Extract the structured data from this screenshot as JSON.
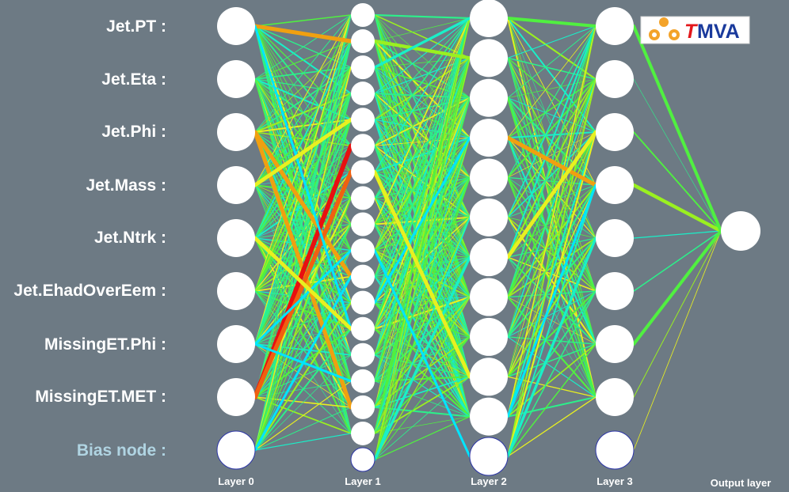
{
  "logo": {
    "text_prefix": "T",
    "text_rest": "MVA",
    "accent_color": "#f3a32a",
    "prefix_color": "#e3171b",
    "text_color": "#1a3a9c"
  },
  "variables": [
    "Jet.PT :",
    "Jet.Eta :",
    "Jet.Phi :",
    "Jet.Mass :",
    "Jet.Ntrk :",
    "Jet.EhadOverEem :",
    "MissingET.Phi :",
    "MissingET.MET :"
  ],
  "bias_label": "Bias node :",
  "layers": [
    {
      "label": "Layer 0",
      "nodes": 9
    },
    {
      "label": "Layer 1",
      "nodes": 18
    },
    {
      "label": "Layer 2",
      "nodes": 12
    },
    {
      "label": "Layer 3",
      "nodes": 9
    },
    {
      "label": "Output layer",
      "nodes": 1
    }
  ],
  "colors": {
    "background": "#6d7a84",
    "node": "#ffffff",
    "weight_scale": [
      "#00e5ff",
      "#19f0c8",
      "#2cf08a",
      "#50f040",
      "#9af020",
      "#e8f020",
      "#f0a010",
      "#f06010",
      "#e81010"
    ]
  },
  "highlighted_weights": [
    {
      "from": [
        0,
        0
      ],
      "to": [
        1,
        1
      ],
      "level": 6
    },
    {
      "from": [
        0,
        2
      ],
      "to": [
        1,
        10
      ],
      "level": 6
    },
    {
      "from": [
        0,
        2
      ],
      "to": [
        1,
        15
      ],
      "level": 6
    },
    {
      "from": [
        0,
        7
      ],
      "to": [
        1,
        5
      ],
      "level": 8
    },
    {
      "from": [
        0,
        7
      ],
      "to": [
        1,
        6
      ],
      "level": 7
    },
    {
      "from": [
        0,
        6
      ],
      "to": [
        1,
        9
      ],
      "level": 0
    },
    {
      "from": [
        0,
        6
      ],
      "to": [
        1,
        14
      ],
      "level": 0
    },
    {
      "from": [
        0,
        0
      ],
      "to": [
        1,
        12
      ],
      "level": 0
    },
    {
      "from": [
        0,
        8
      ],
      "to": [
        1,
        10
      ],
      "level": 0
    },
    {
      "from": [
        0,
        4
      ],
      "to": [
        1,
        12
      ],
      "level": 5
    },
    {
      "from": [
        0,
        3
      ],
      "to": [
        1,
        4
      ],
      "level": 5
    },
    {
      "from": [
        1,
        1
      ],
      "to": [
        2,
        1
      ],
      "level": 4
    },
    {
      "from": [
        1,
        11
      ],
      "to": [
        2,
        3
      ],
      "level": 0
    },
    {
      "from": [
        1,
        17
      ],
      "to": [
        2,
        6
      ],
      "level": 1
    },
    {
      "from": [
        1,
        6
      ],
      "to": [
        2,
        9
      ],
      "level": 5
    },
    {
      "from": [
        1,
        9
      ],
      "to": [
        2,
        11
      ],
      "level": 0
    },
    {
      "from": [
        1,
        2
      ],
      "to": [
        2,
        0
      ],
      "level": 1
    },
    {
      "from": [
        2,
        3
      ],
      "to": [
        3,
        3
      ],
      "level": 6
    },
    {
      "from": [
        2,
        10
      ],
      "to": [
        3,
        3
      ],
      "level": 0
    },
    {
      "from": [
        2,
        11
      ],
      "to": [
        3,
        4
      ],
      "level": 1
    },
    {
      "from": [
        2,
        6
      ],
      "to": [
        3,
        2
      ],
      "level": 5
    },
    {
      "from": [
        2,
        0
      ],
      "to": [
        3,
        0
      ],
      "level": 3
    },
    {
      "from": [
        3,
        3
      ],
      "to": [
        4,
        0
      ],
      "level": 4
    },
    {
      "from": [
        3,
        0
      ],
      "to": [
        4,
        0
      ],
      "level": 3
    },
    {
      "from": [
        3,
        6
      ],
      "to": [
        4,
        0
      ],
      "level": 3
    }
  ]
}
